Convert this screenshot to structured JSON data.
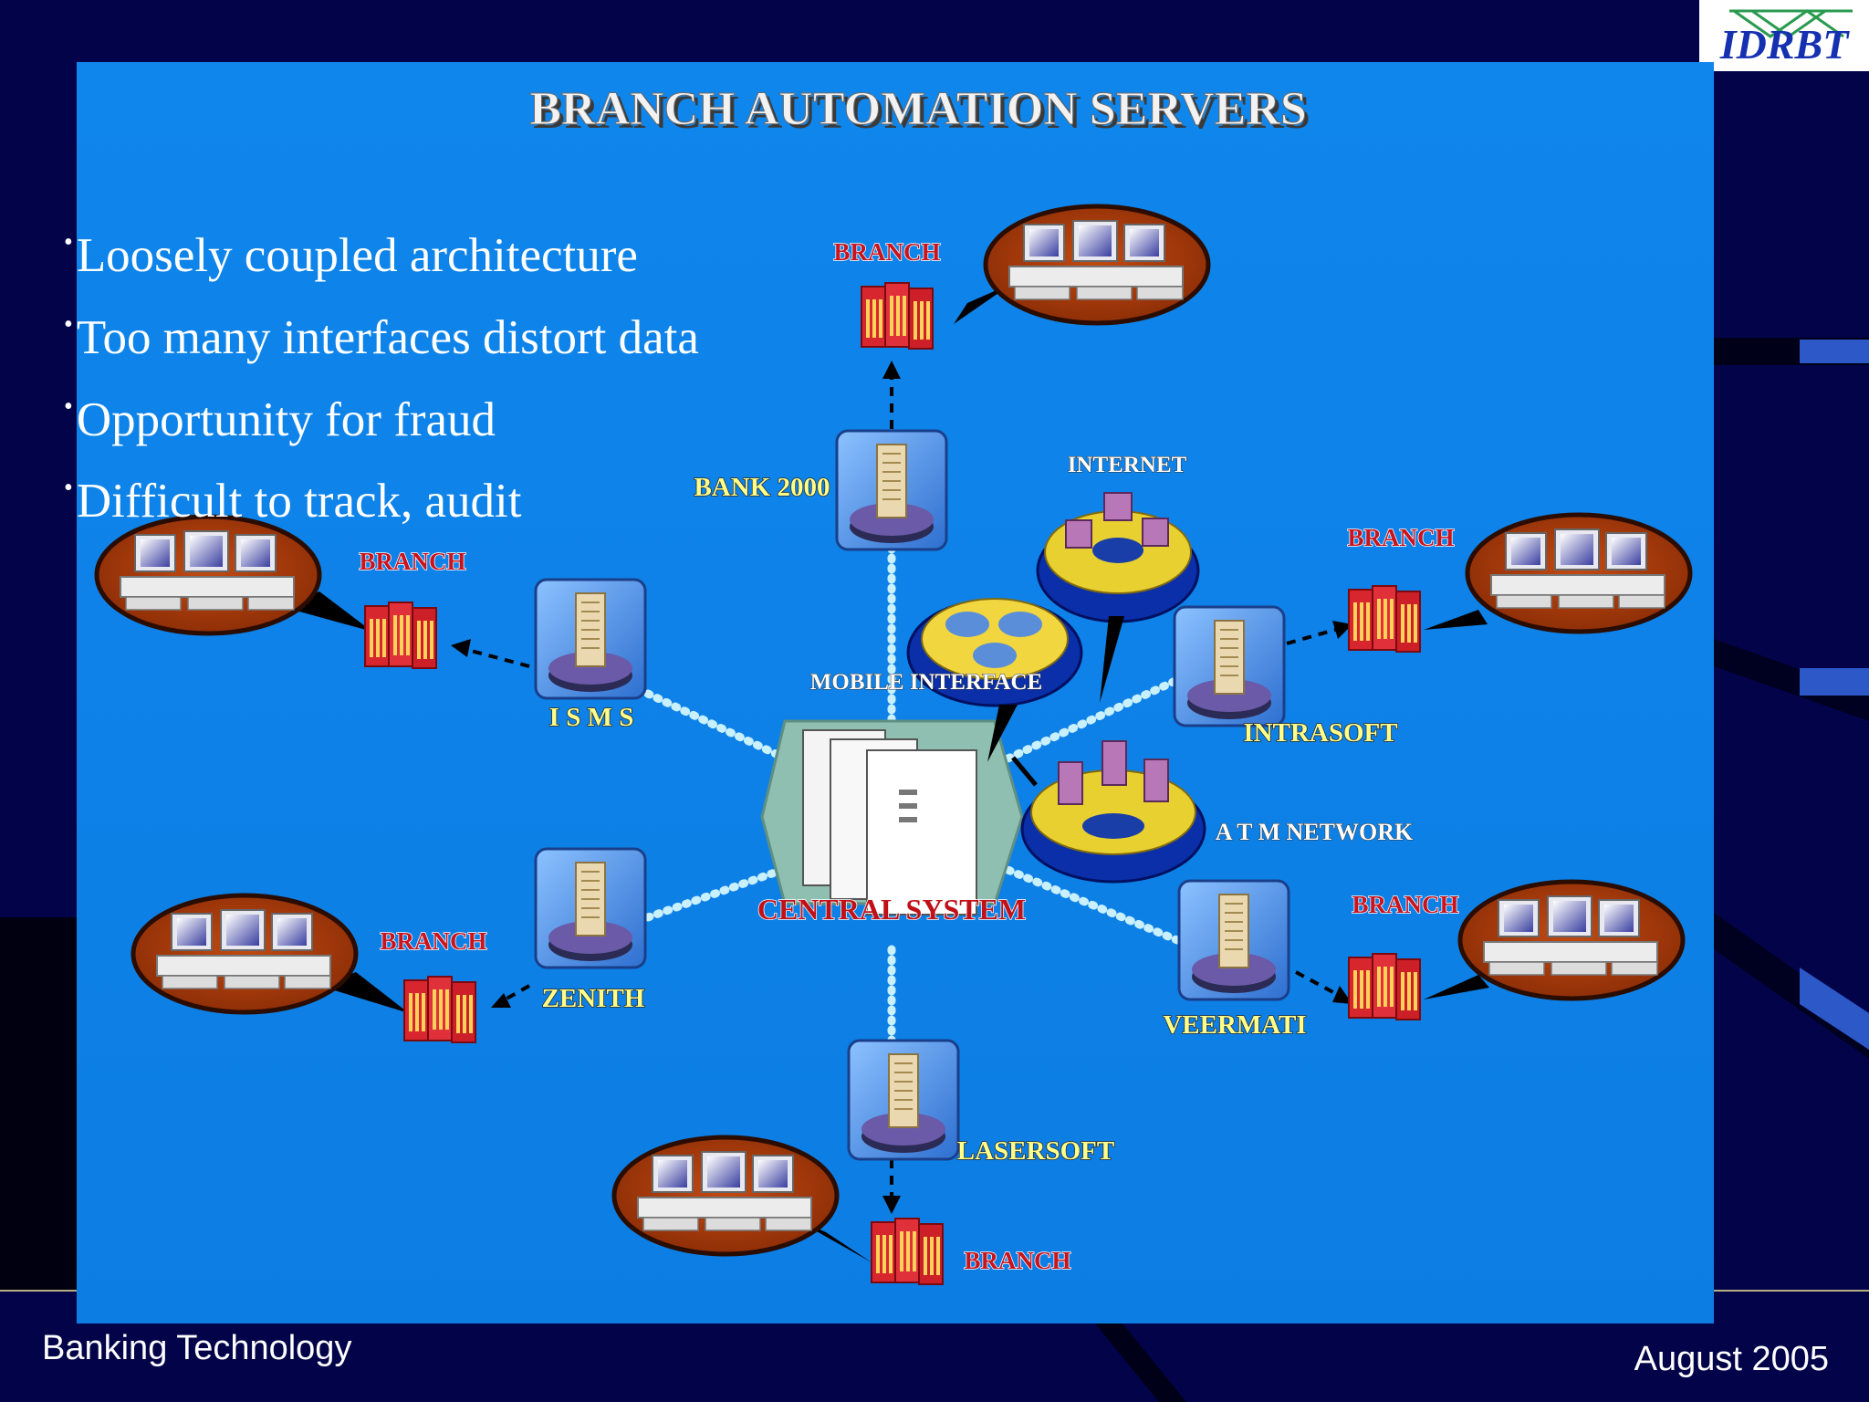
{
  "slide": {
    "title": "BRANCH AUTOMATION SERVERS",
    "bullets": [
      "Loosely coupled architecture",
      "Too many interfaces distort data",
      "Opportunity for fraud",
      "Difficult to track, audit"
    ],
    "footer_left": "Banking Technology",
    "footer_right": "August 2005",
    "logo_text": "IDRBT"
  },
  "diagram": {
    "center_label": "CENTRAL SYSTEM",
    "mobile_label": "MOBILE INTERFACE",
    "internet_label": "INTERNET",
    "atm_label": "A T M NETWORK",
    "branch_label": "BRANCH",
    "servers": {
      "bank2000": "BANK 2000",
      "isms": "I S M S",
      "zenith": "ZENITH",
      "intrasoft": "INTRASOFT",
      "veermati": "VEERMATI",
      "lasersoft": "LASERSOFT"
    }
  },
  "colors": {
    "page_background": "#03034a",
    "panel_blue": "#0f83ea",
    "server_label_yellow": "#ffff8a",
    "branch_label_red": "#c8141e",
    "central_label_red": "#c01018",
    "bubble_brown": "#b33d0a"
  }
}
